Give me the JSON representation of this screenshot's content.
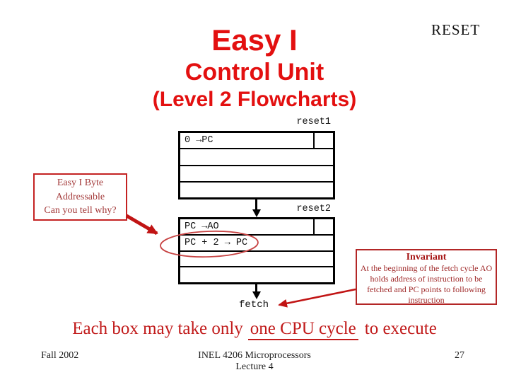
{
  "slide": {
    "title": "Easy I",
    "subtitle": "Control Unit",
    "subsubtitle": "(Level 2 Flowcharts)",
    "corner_label": "RESET",
    "bottom_note": {
      "prefix": "Each box may take only",
      "underlined": "one CPU cycle",
      "suffix": "to execute"
    },
    "footer": {
      "left": "Fall 2002",
      "center_line1": "INEL 4206 Microprocessors",
      "center_line2": "Lecture 4",
      "page": "27"
    }
  },
  "flowchart": {
    "state1": {
      "label": "reset1",
      "rows": [
        "0 →PC",
        "",
        "",
        ""
      ]
    },
    "state2": {
      "label": "reset2",
      "rows": [
        "PC →AO",
        "PC + 2 → PC",
        "",
        ""
      ]
    },
    "fetch_label": "fetch"
  },
  "annotations": {
    "byte_box": {
      "lines": [
        "Easy I Byte",
        "Addressable",
        "Can you tell why?"
      ]
    },
    "invariant": {
      "title": "Invariant",
      "body": "At the beginning of the fetch cycle AO holds address of instruction to be fetched and PC points to following instruction"
    }
  },
  "colors": {
    "title_red": "#e31010",
    "annotation_red": "#c11414",
    "dark_red_text": "#a02a2a",
    "box_border_black": "#000000",
    "note_red": "#c11b1b"
  }
}
